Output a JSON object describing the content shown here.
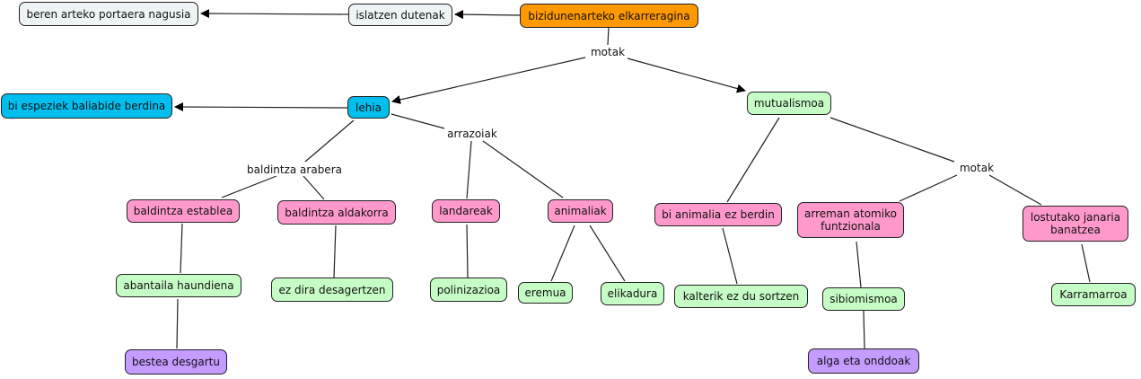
{
  "concepts": {
    "root": "bizidunenarteko elkarreragina",
    "islatzen": "islatzen dutenak",
    "beren": "beren arteko portaera nagusia",
    "lehia": "lehia",
    "bi_espeziek": "bi espeziek baliabide berdina",
    "mutualismoa": "mutualismoa",
    "baldintza_establea": "baldintza establea",
    "baldintza_aldakorra": "baldintza aldakorra",
    "landareak": "landareak",
    "animaliak": "animaliak",
    "bi_animalia": "bi animalia ez berdin",
    "arreman": "arreman atomiko\nfuntzionala",
    "lostutako": "lostutako janaria\nbanatzea",
    "abantaila": "abantaila haundiena",
    "ez_dira": "ez dira desagertzen",
    "polinizazioa": "polinizazioa",
    "eremua": "eremua",
    "elikadura": "elikadura",
    "kalterik": "kalterik ez du sortzen",
    "sibiomismoa": "sibiomismoa",
    "karramarroa": "Karramarroa",
    "bestea": "bestea desgartu",
    "alga": "alga eta onddoak"
  },
  "link_labels": {
    "motak_1": "motak",
    "arrazoiak": "arrazoiak",
    "baldintza_arabera": "baldintza arabera",
    "motak_2": "motak"
  },
  "colors": {
    "root": "#ff9900",
    "light": "#eef4f6",
    "blue": "#00bfef",
    "green": "#c6fcc6",
    "pink": "#ff99cc",
    "purple": "#c49bff"
  }
}
